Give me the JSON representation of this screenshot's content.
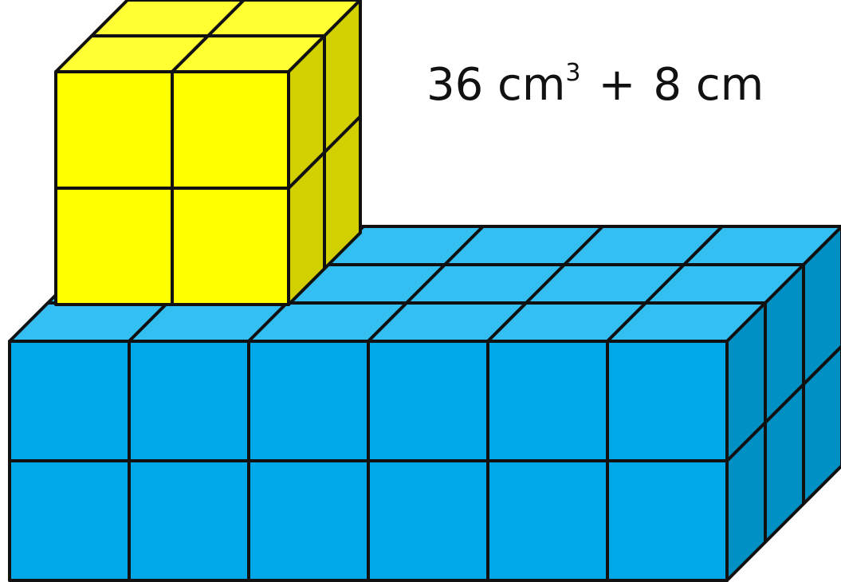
{
  "expression": {
    "term1_value": "36 cm",
    "term1_exponent": "3",
    "operator": "+",
    "term2_value": "8 cm"
  },
  "solids": {
    "blue_prism": {
      "cubes_long": 6,
      "cubes_deep": 3,
      "cubes_high": 2,
      "total_cubes": 36
    },
    "yellow_cube": {
      "cubes_long": 2,
      "cubes_deep": 2,
      "cubes_high": 2,
      "total_cubes": 8
    }
  },
  "colors": {
    "blue_front": "#00a8e8",
    "blue_top": "#33bff2",
    "blue_side": "#0090c4",
    "yellow_front": "#ffff00",
    "yellow_top": "#ffff33",
    "yellow_side": "#d2d000",
    "edge": "#111111"
  }
}
